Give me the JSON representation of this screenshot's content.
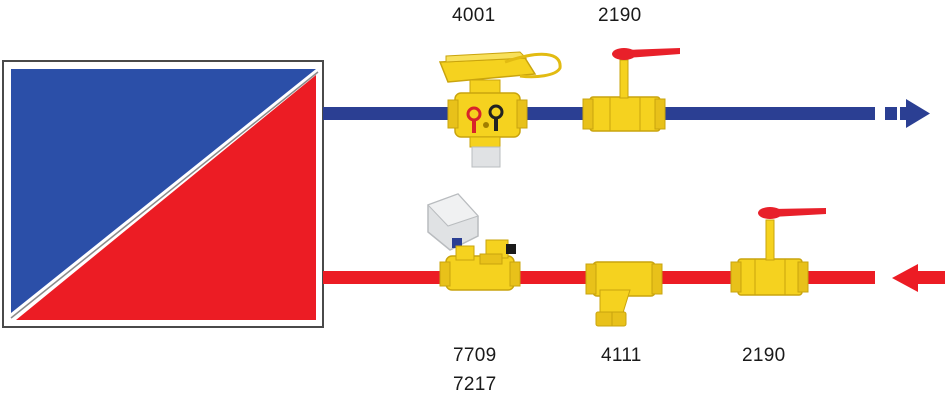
{
  "labels": {
    "top_valve_1": "4001",
    "top_valve_2": "2190",
    "bottom_valve_1_a": "7709",
    "bottom_valve_1_b": "7217",
    "bottom_valve_2": "4111",
    "bottom_valve_3": "2190"
  },
  "colors": {
    "supply_pipe": "#2b3f93",
    "return_pipe": "#ec1c24",
    "valve_body": "#f5d21f",
    "valve_shadow": "#c9a40e",
    "handle": "#e8202a",
    "actuator": "#d8dadd"
  }
}
